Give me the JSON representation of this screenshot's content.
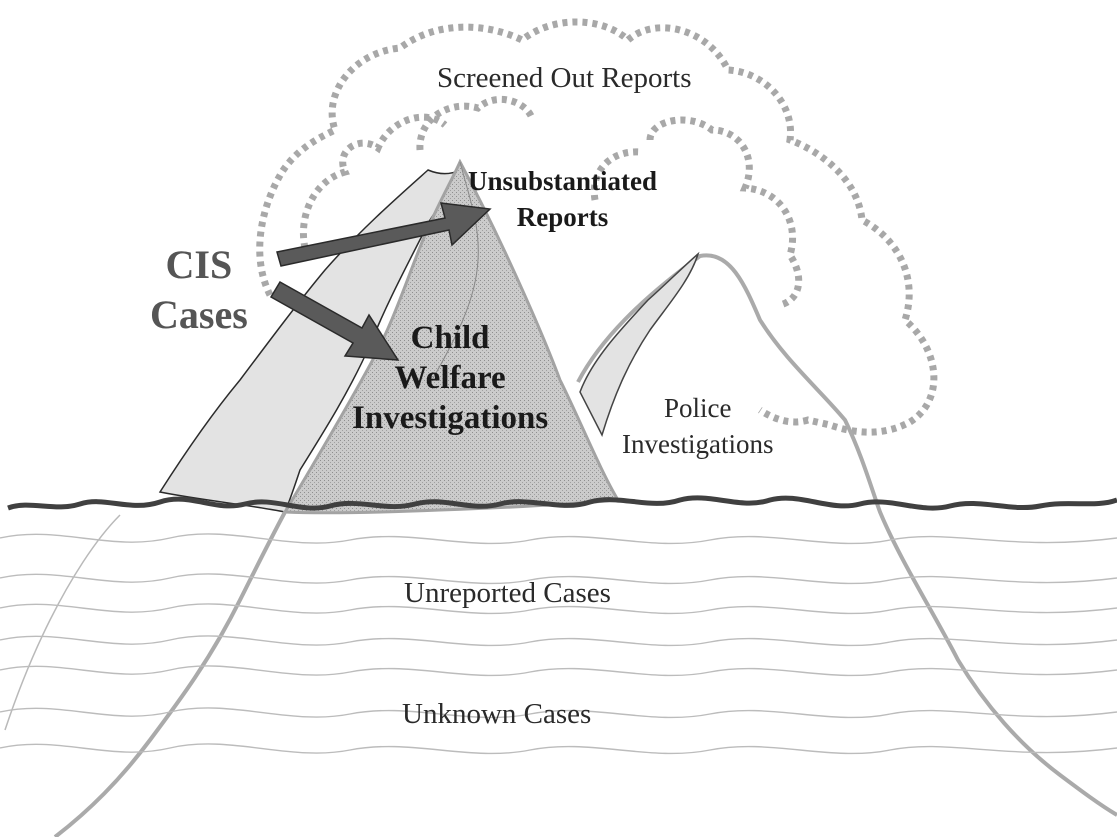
{
  "labels": {
    "screened_out": "Screened Out Reports",
    "unsubstantiated_line1": "Unsubstantiated",
    "unsubstantiated_line2": "Reports",
    "cis_line1": "CIS",
    "cis_line2": "Cases",
    "child_welfare_line1": "Child",
    "child_welfare_line2": "Welfare",
    "child_welfare_line3": "Investigations",
    "police_line1": "Police",
    "police_line2": "Investigations",
    "unreported": "Unreported Cases",
    "unknown": "Unknown Cases"
  },
  "colors": {
    "cloud_dots": "#a8a8a8",
    "waterline": "#404040",
    "iceberg_outline": "#a9a9a9",
    "light_fill": "#e3e3e3",
    "center_fill": "#c9c9c9",
    "arrow": "#5a5a5a",
    "waves": "#bcbcbc"
  }
}
